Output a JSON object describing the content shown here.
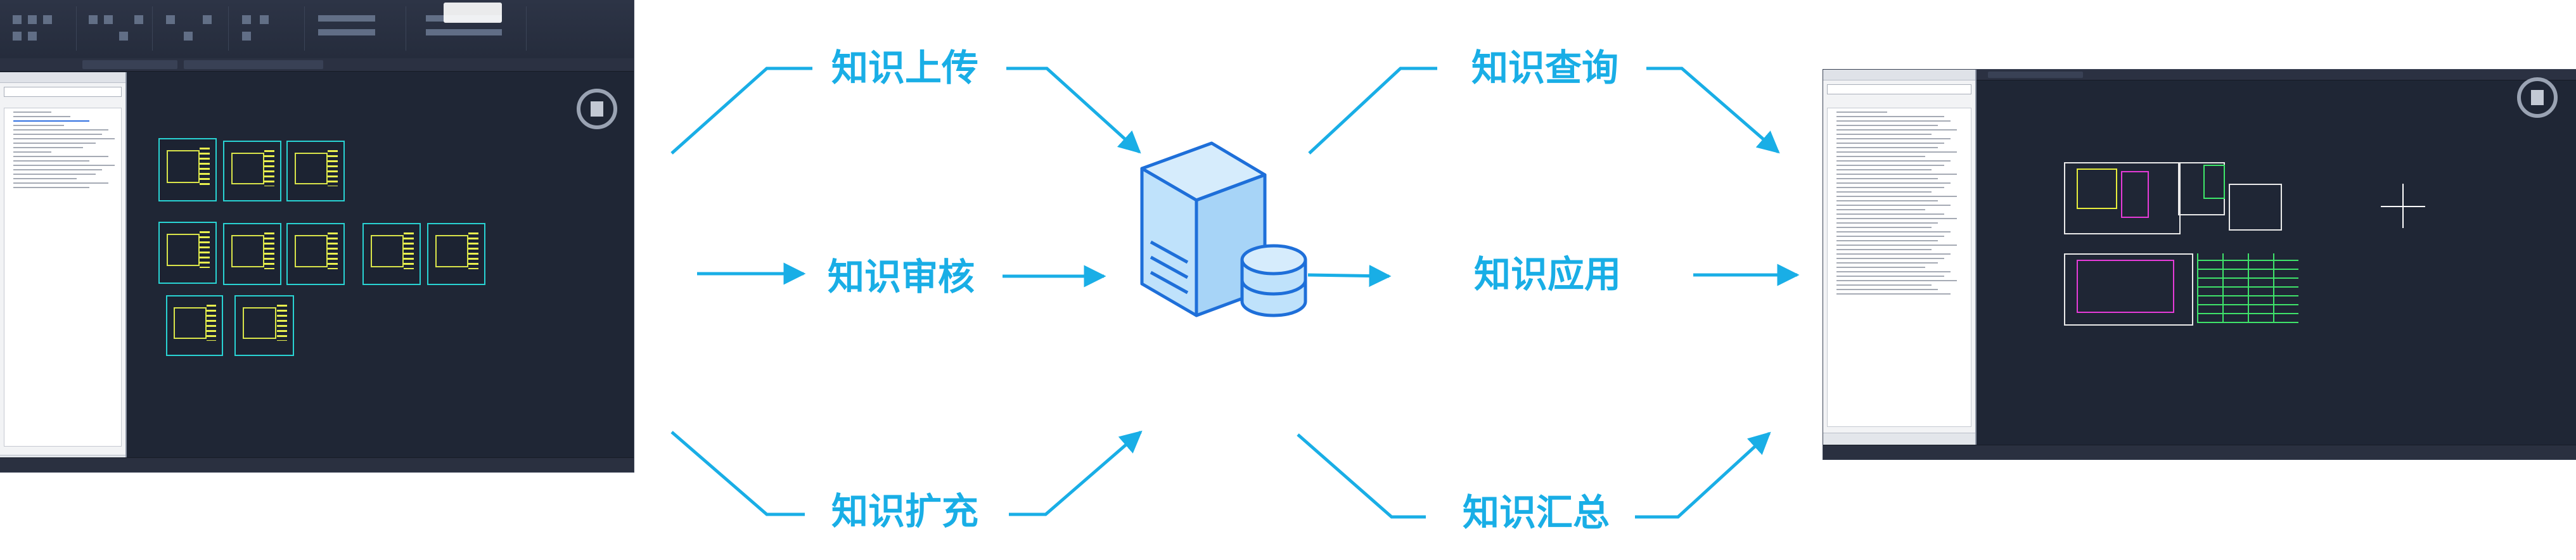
{
  "labels": {
    "upload": "知识上传",
    "review": "知识审核",
    "expand": "知识扩充",
    "query": "知识查询",
    "apply": "知识应用",
    "summary": "知识汇总"
  },
  "colors": {
    "accent": "#19aee6",
    "server_fill": "#bfe2fb",
    "server_stroke": "#1e6fd9",
    "cad_background": "#1f2635"
  },
  "icons": {
    "center": "server-database-icon",
    "left_screenshot": "cad-knowledge-base-window",
    "right_screenshot": "cad-drawing-window"
  }
}
